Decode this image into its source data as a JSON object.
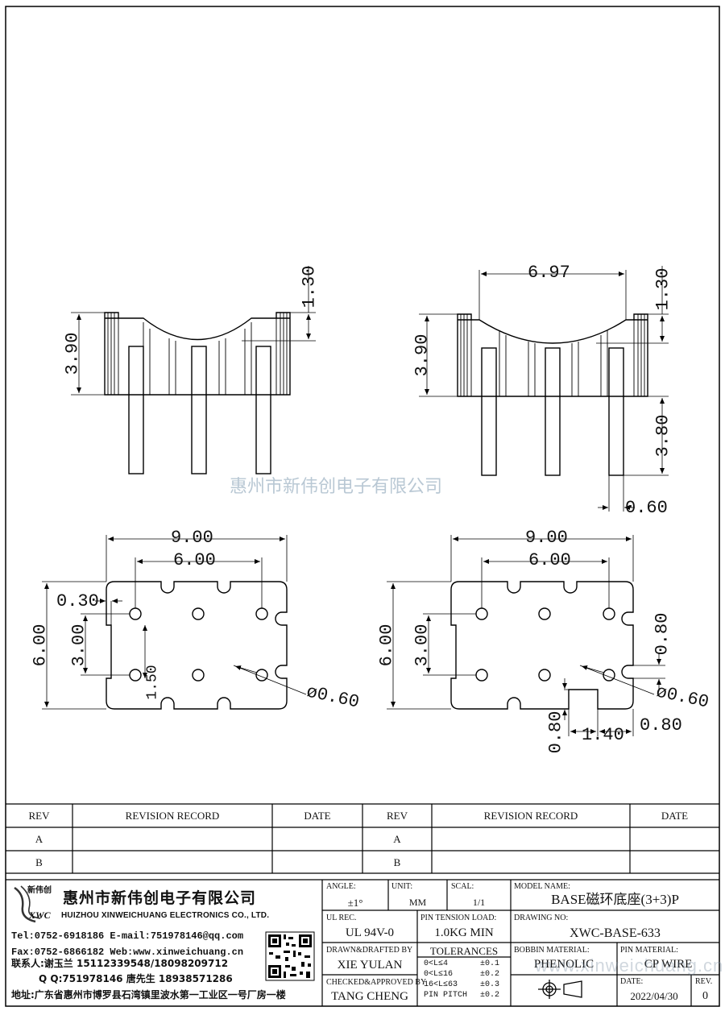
{
  "watermark": "惠州市新伟创电子有限公司",
  "dimensions": {
    "side_left": {
      "height": "3.90",
      "top_depth": "1.30"
    },
    "side_right": {
      "width": "6.97",
      "height": "3.90",
      "top_depth": "1.30",
      "pin_length": "3.80",
      "pin_width": "0.60"
    },
    "plan_left": {
      "width": "9.00",
      "pitch_x": "6.00",
      "height": "6.00",
      "pitch_y": "3.00",
      "offset": "0.30",
      "inner": "1.50",
      "hole": "ø0.60"
    },
    "plan_right": {
      "width": "9.00",
      "pitch_x": "6.00",
      "height": "6.00",
      "pitch_y": "3.00",
      "notch_depth": "0.80",
      "hole": "ø0.60",
      "notch_height": "0.80",
      "notch_width": "1.40",
      "edge": "0.80"
    }
  },
  "revision_table": {
    "headers": {
      "rev": "REV",
      "record": "REVISION RECORD",
      "date": "DATE"
    },
    "rows": [
      "A",
      "B"
    ]
  },
  "company": {
    "logo_text": "XWC",
    "logo_chinese": "新伟创",
    "name_cn": "惠州市新伟创电子有限公司",
    "name_en": "HUIZHOU XINWEICHUANG ELECTRONICS CO., LTD.",
    "line1": "Tel:0752-6918186 E-mail:751978146@qq.com",
    "line2": "Fax:0752-6866182 Web:www.xinweichuang.cn",
    "line3": "联系人:谢玉兰 15112339548/18098209712",
    "line4": "Q Q:751978146    唐先生 18938571286",
    "address": "地址:广东省惠州市博罗县石湾镇里波水第一工业区一号厂房一楼"
  },
  "title_block": {
    "angle_label": "ANGLE:",
    "angle_value": "±1°",
    "unit_label": "UNIT:",
    "unit_value": "MM",
    "scale_label": "SCAL:",
    "scale_value": "1/1",
    "model_label": "MODEL NAME:",
    "model_value": "BASE磁环底座(3+3)P",
    "ul_label": "UL REC.",
    "ul_value": "UL 94V-0",
    "pin_tension_label": "PIN TENSION LOAD:",
    "pin_tension_value": "1.0KG MIN",
    "drawing_no_label": "DRAWING NO:",
    "drawing_no_value": "XWC-BASE-633",
    "drawn_label": "DRAWN&DRAFTED BY",
    "drawn_value": "XIE YULAN",
    "tolerances_label": "TOLERANCES",
    "tolerances": [
      {
        "range": "0<L≤4",
        "value": "±0.1"
      },
      {
        "range": "0<L≤16",
        "value": "±0.2"
      },
      {
        "range": "16<L≤63",
        "value": "±0.3"
      },
      {
        "range": "PIN PITCH",
        "value": "±0.2"
      }
    ],
    "bobbin_label": "BOBBIN MATERIAL:",
    "bobbin_value": "PHENOLIC",
    "pin_material_label": "PIN MATERIAL:",
    "pin_material_value": "CP WIRE",
    "checked_label": "CHECKED&APPROVED BY",
    "checked_value": "TANG CHENG",
    "date_label": "DATE:",
    "date_value": "2022/04/30",
    "rev_label": "REV.",
    "rev_value": "0",
    "website_watermark": "www.xinweichuang.cn"
  }
}
